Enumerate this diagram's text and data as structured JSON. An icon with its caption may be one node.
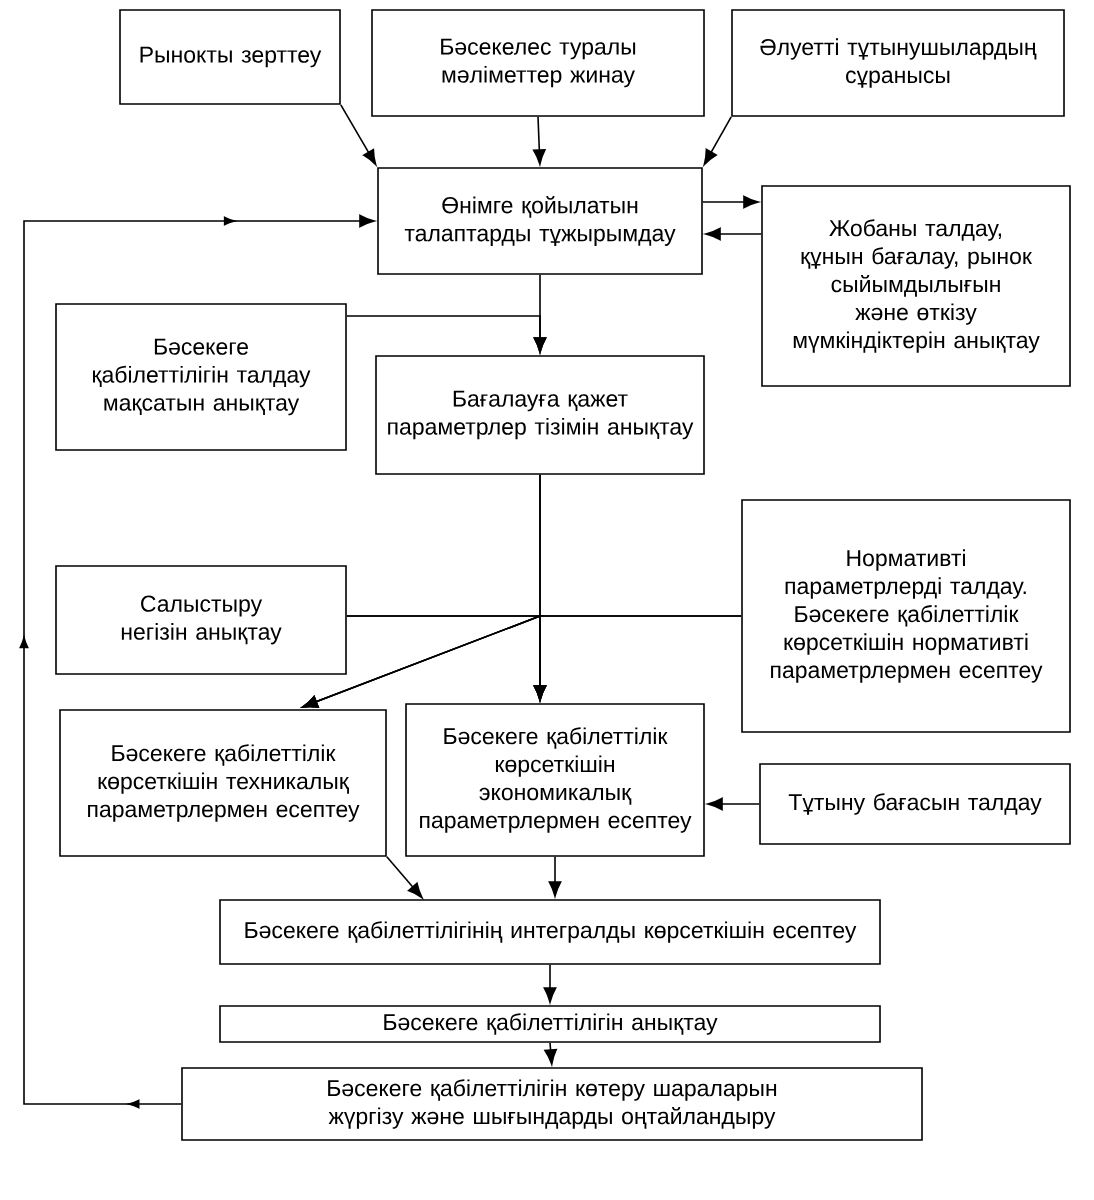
{
  "diagram": {
    "nodes": [
      {
        "text": [
          "Рынокты зерттеу"
        ]
      },
      {
        "text": [
          "Бәсекелес туралы мәліметтер жинау"
        ]
      },
      {
        "text": [
          "Әлуетті тұтынушылардың сұранысы"
        ]
      },
      {
        "text": [
          "Өнімге қойылатын талаптарды тұжырымдау"
        ]
      },
      {
        "text": [
          "Жобаны талдау, құнын бағалау, рынок сыйымдылығын және өткізу мүмкіндіктерін анықтау"
        ]
      },
      {
        "text": [
          "Бәсекеге қабілеттілігін талдау мақсатын анықтау"
        ]
      },
      {
        "text": [
          "Бағалауға қажет параметрлер тізімін анықтау"
        ]
      },
      {
        "text": [
          "Салыстыру негізін анықтау"
        ]
      },
      {
        "text": [
          "Нормативті параметрлерді талдау. Бәсекеге қабілеттілік көрсеткішін нормативті параметрлермен есептеу"
        ]
      },
      {
        "text": [
          "Бәсекеге қабілеттілік көрсеткішін техникалық параметрлермен есептеу"
        ]
      },
      {
        "text": [
          "Бәсекеге қабілеттілік көрсеткішін экономикалық параметрлермен есептеу"
        ]
      },
      {
        "text": [
          "Тұтыну бағасын талдау"
        ]
      },
      {
        "text": [
          "Бәсекеге қабілеттілігінің интегралды көрсеткішін есептеу"
        ]
      },
      {
        "text": [
          "Бәсекеге қабілеттілігін анықтау"
        ]
      },
      {
        "text": [
          "Бәсекеге қабілеттілігін көтеру шараларын жүргізу және шығындарды оңтайландыру"
        ]
      }
    ],
    "edges": [
      {
        "from": 0,
        "to": 3,
        "arrow": "to"
      },
      {
        "from": 1,
        "to": 3,
        "arrow": "to"
      },
      {
        "from": 2,
        "to": 3,
        "arrow": "to"
      },
      {
        "from": 3,
        "to": 4,
        "arrow": "to"
      },
      {
        "from": 4,
        "to": 3,
        "arrow": "to"
      },
      {
        "from": 5,
        "to": 6,
        "arrow": "to"
      },
      {
        "from": 3,
        "to": 6,
        "arrow": "to"
      },
      {
        "from": 6,
        "to": 9,
        "arrow": "to"
      },
      {
        "from": 6,
        "to": 10,
        "arrow": "to"
      },
      {
        "from": 7,
        "to": 9,
        "arrow": "to"
      },
      {
        "from": 7,
        "to": 10,
        "arrow": "to"
      },
      {
        "from": 8,
        "to": 9,
        "arrow": "to"
      },
      {
        "from": 8,
        "to": 10,
        "arrow": "to"
      },
      {
        "from": 9,
        "to": 12,
        "arrow": "to"
      },
      {
        "from": 10,
        "to": 12,
        "arrow": "to"
      },
      {
        "from": 11,
        "to": 10,
        "arrow": "to"
      },
      {
        "from": 12,
        "to": 13,
        "arrow": "to"
      },
      {
        "from": 13,
        "to": 14,
        "arrow": "to"
      },
      {
        "from": 14,
        "to": 3,
        "arrow": "to"
      }
    ]
  }
}
